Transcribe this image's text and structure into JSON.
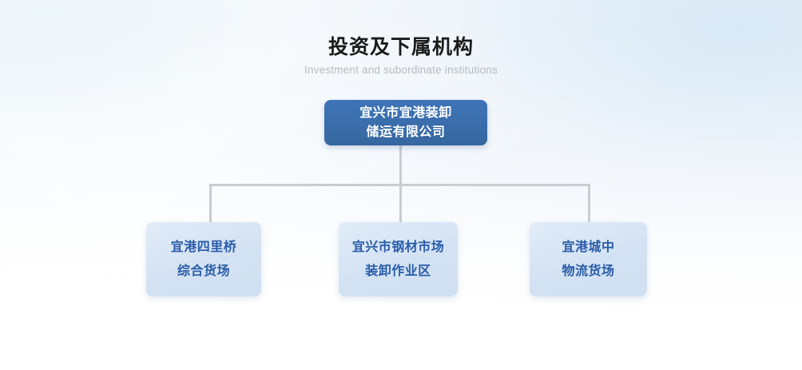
{
  "header": {
    "title": "投资及下属机构",
    "subtitle": "Investment and subordinate institutions"
  },
  "colors": {
    "root_node_bg": "#3b6fb6",
    "root_node_text": "#ffffff",
    "child_node_bg": "#d5e3f4",
    "child_node_text": "#2a5ca8",
    "connector_line": "#c9cdd1",
    "title_text": "#1b1b1b",
    "subtitle_text": "#b6bcc2",
    "background_top_right": "#e5eef7",
    "background_bottom": "#ffffff"
  },
  "org_chart": {
    "root": {
      "line1": "宜兴市宜港装卸",
      "line2": "储运有限公司"
    },
    "children": [
      {
        "line1": "宜港四里桥",
        "line2": "综合货场"
      },
      {
        "line1": "宜兴市钢材市场",
        "line2": "装卸作业区"
      },
      {
        "line1": "宜港城中",
        "line2": "物流货场"
      }
    ]
  }
}
